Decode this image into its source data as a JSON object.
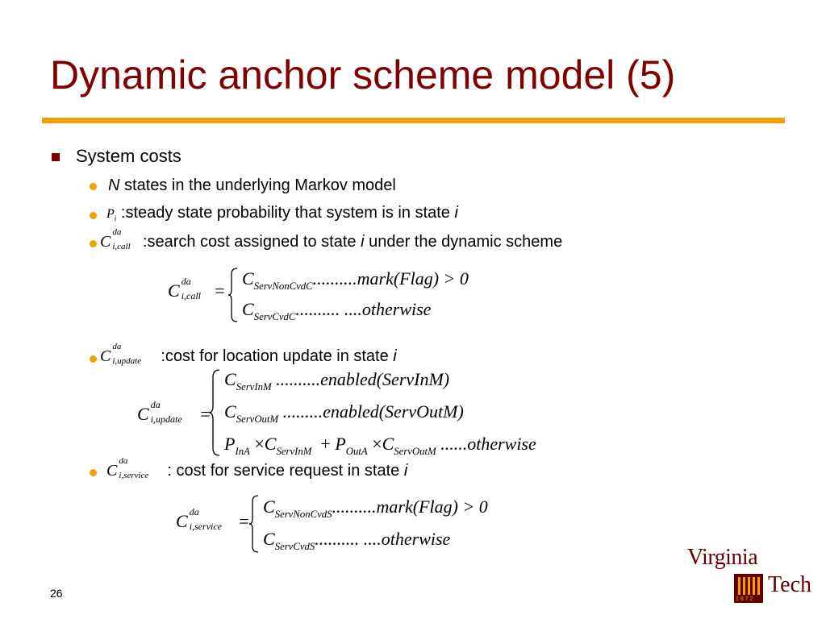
{
  "slide": {
    "title": "Dynamic anchor scheme model (5)",
    "page_number": "26"
  },
  "bullets": {
    "system_costs": "System costs",
    "n_var": "N",
    "n_text": " states in the underlying Markov model",
    "p_sym": "P",
    "p_sub": "i",
    "p_text": ":steady state probability that system is in state ",
    "p_var": "i",
    "call_sym": "C",
    "call_sup": "da",
    "call_sub": "i,call",
    "call_text_a": ":search cost assigned to state ",
    "call_var": "i",
    "call_text_b": " under the dynamic scheme",
    "update_sym": "C",
    "update_sup": "da",
    "update_sub": "i,update",
    "update_text": ":cost for location update in state ",
    "update_var": "i",
    "service_sym": "C",
    "service_sup": "da",
    "service_sub": "i,service",
    "service_text": ": cost for service request in state ",
    "service_var": "i"
  },
  "eq_call": {
    "lhs_sym": "C",
    "lhs_sup": "da",
    "lhs_sub": "i,call",
    "equals": "=",
    "r1_sym": "C",
    "r1_sub": "ServNonCvdC",
    "r1_tail": "..........mark(Flag) > 0",
    "r2_sym": "C",
    "r2_sub": "ServCvdC",
    "r2_tail": ".......... ....otherwise"
  },
  "eq_update": {
    "lhs_sym": "C",
    "lhs_sup": "da",
    "lhs_sub": "i,update",
    "equals": "=",
    "r1_sym": "C",
    "r1_sub": "ServInM",
    "r1_tail": "..........enabled(ServInM)",
    "r2_sym": "C",
    "r2_sub": "ServOutM",
    "r2_tail": ".........enabled(ServOutM)",
    "r3_p1": "P",
    "r3_p1_sub": "InA",
    "r3_x1": "×",
    "r3_c1": "C",
    "r3_c1_sub": "ServInM",
    "r3_plus": "+",
    "r3_p2": "P",
    "r3_p2_sub": "OutA",
    "r3_x2": "×",
    "r3_c2": "C",
    "r3_c2_sub": "ServOutM",
    "r3_tail": "......otherwise"
  },
  "eq_service": {
    "lhs_sym": "C",
    "lhs_sup": "da",
    "lhs_sub": "i,service",
    "equals": "=",
    "r1_sym": "C",
    "r1_sub": "ServNonCvdS",
    "r1_tail": "..........mark(Flag) > 0",
    "r2_sym": "C",
    "r2_sub": "ServCvdS",
    "r2_tail": ".......... ....otherwise"
  },
  "logo": {
    "line1": "Virginia",
    "line2": "Tech",
    "year": "1 8 7 2",
    "colors": {
      "maroon": "#660000",
      "orange": "#f0a000"
    }
  },
  "colors": {
    "title": "#800000",
    "rule": "#f0a000",
    "bullet_l1": "#800000",
    "bullet_l2": "#f0a000"
  }
}
